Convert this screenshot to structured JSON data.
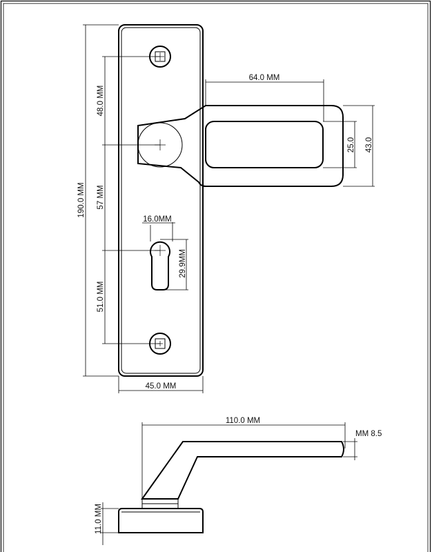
{
  "drawing": {
    "front_view": {
      "height": "190.0  MM",
      "width": "45.0  MM",
      "top_screw_to_handle": "48.0  MM",
      "handle_to_keyhole": "57  MM",
      "keyhole_to_bottom_screw": "51.0  MM",
      "keyhole_width": "16.0MM",
      "keyhole_height": "29.9MM",
      "handle_length": "64.0  MM",
      "grip_inner_height": "25.0",
      "grip_outer_height": "43.0"
    },
    "side_view": {
      "length": "110.0  MM",
      "lever_thickness": "MM  8.5",
      "rose_thickness": "11.0  MM"
    }
  }
}
